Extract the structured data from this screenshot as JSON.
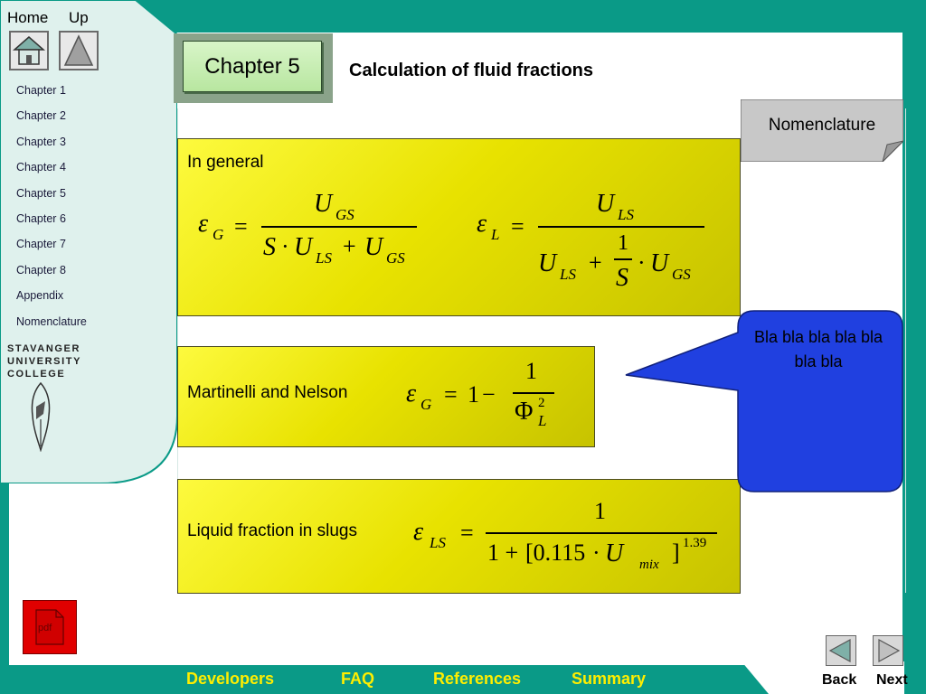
{
  "nav": {
    "home_label": "Home",
    "up_label": "Up",
    "sidebar_items": [
      "Chapter 1",
      "Chapter 2",
      "Chapter 3",
      "Chapter 4",
      "Chapter 5",
      "Chapter 6",
      "Chapter 7",
      "Chapter 8",
      "Appendix",
      "Nomenclature"
    ],
    "college_lines": [
      "STAVANGER",
      "UNIVERSITY",
      "COLLEGE"
    ]
  },
  "header": {
    "chapter_label": "Chapter 5",
    "title": "Calculation of fluid fractions"
  },
  "nomenclature_button": "Nomenclature",
  "panels": {
    "general": {
      "label": "In general"
    },
    "martinelli": {
      "label": "Martinelli and Nelson"
    },
    "slugs": {
      "label": "Liquid fraction in slugs"
    }
  },
  "equations": {
    "eps": "ε",
    "G": "G",
    "L": "L",
    "LS": "LS",
    "GS": "GS",
    "U": "U",
    "S": "S",
    "one": "1",
    "equals": "=",
    "dot": "·",
    "plus": "+",
    "minus": "−",
    "phi": "Φ",
    "two": "2",
    "bracket_open": "[0.115",
    "bracket_close": "]",
    "exponent": "1.39",
    "mix": "mix",
    "one_plus": "1 +"
  },
  "callout_text": "Bla bla bla bla bla bla bla",
  "pdf_label": "pdf",
  "footer": {
    "developers": "Developers",
    "faq": "FAQ",
    "references": "References",
    "summary": "Summary",
    "back": "Back",
    "next": "Next"
  },
  "colors": {
    "frame": "#0a9a87",
    "panel": "#f0eb00",
    "callout": "#2040e0",
    "footer_link": "#ffee00",
    "pdf": "#e00000"
  },
  "icons": [
    "home-icon",
    "up-triangle-icon",
    "pdf-icon",
    "back-arrow-icon",
    "next-arrow-icon",
    "college-crest-icon"
  ]
}
